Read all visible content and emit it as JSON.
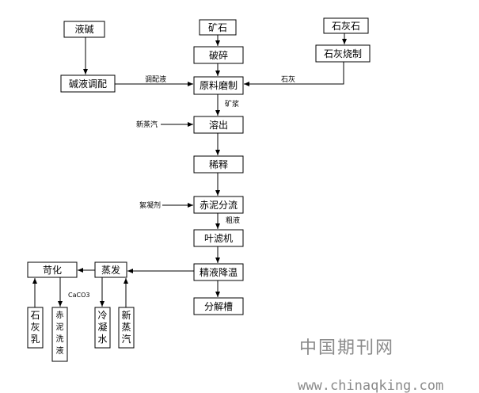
{
  "nodes": {
    "liquid_caustic": "液碱",
    "ore": "矿石",
    "limestone": "石灰石",
    "crushing": "破碎",
    "lime_burning": "石灰烧制",
    "caustic_blending": "碱液调配",
    "raw_grinding": "原料磨制",
    "digestion": "溶出",
    "dilution": "稀释",
    "red_mud_separation": "赤泥分流",
    "leaf_filter": "叶滤机",
    "fine_liquor_cooling": "精液降温",
    "decomposition_tank": "分解槽",
    "evaporation": "蒸发",
    "causticization": "苛化",
    "lime_milk": "石灰乳",
    "red_mud_wash": "赤泥洗液",
    "condensate": "冷凝水",
    "fresh_steam_2": "新蒸汽"
  },
  "edge_labels": {
    "blended_liquor": "调配液",
    "lime": "石灰",
    "slurry": "矿浆",
    "fresh_steam": "新蒸汽",
    "flocculant": "絮凝剂",
    "crude_liquor": "粗液",
    "caco3": "CaCO3"
  },
  "watermark": {
    "site_cn": "中国期刊网",
    "url": "www.chinaqking.com"
  }
}
